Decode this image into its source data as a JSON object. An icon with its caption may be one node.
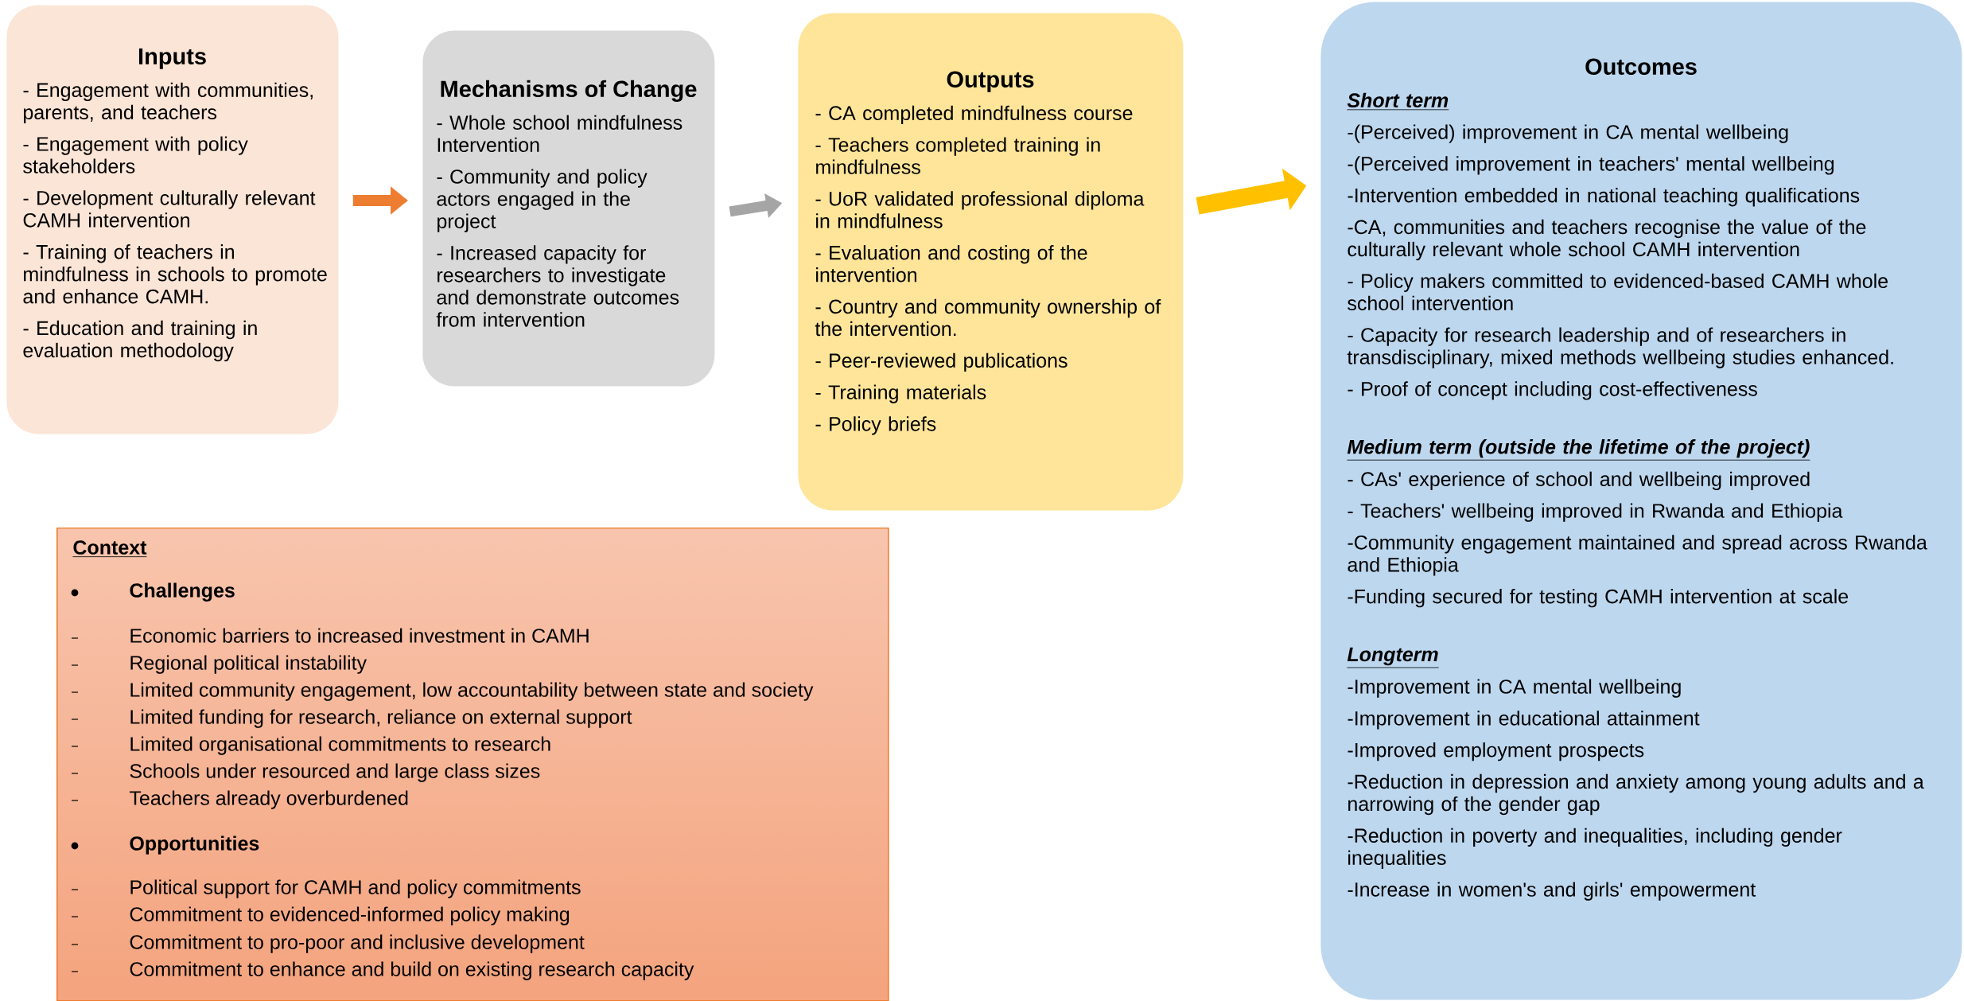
{
  "diagram": {
    "nodes": [
      {
        "text": [
          "Inputs",
          "- Engagement with communities, parents, and teachers",
          "- Engagement with policy stakeholders",
          "- Development culturally relevant CAMH intervention",
          "- Training of teachers in mindfulness in schools to promote and enhance CAMH.",
          "- Education and training in evaluation methodology"
        ]
      },
      {
        "text": [
          "Mechanisms of Change",
          "- Whole school mindfulness Intervention",
          "- Community and policy actors engaged in the project",
          "- Increased capacity for researchers to investigate and demonstrate outcomes from intervention"
        ]
      },
      {
        "text": [
          "Outputs",
          "- CA completed mindfulness course",
          "- Teachers completed training in mindfulness",
          "- UoR validated professional diploma in mindfulness",
          "- Evaluation and costing of the intervention",
          "- Country and community ownership of the intervention.",
          "- Peer-reviewed publications",
          "- Training materials",
          "- Policy briefs"
        ]
      },
      {
        "text": [
          "Outcomes",
          "Short term",
          "-(Perceived) improvement in CA mental wellbeing",
          "-(Perceived improvement in teachers' mental wellbeing",
          "-Intervention embedded in national teaching qualifications",
          "-CA, communities and teachers recognise the value of the culturally relevant whole school CAMH intervention",
          "- Policy makers committed to evidenced-based CAMH whole school intervention",
          "- Capacity for research leadership and of researchers in transdisciplinary, mixed methods wellbeing studies enhanced.",
          "- Proof of concept including cost-effectiveness",
          "Medium term (outside the lifetime of the project)",
          "- CAs' experience of school and wellbeing improved",
          "- Teachers' wellbeing improved in Rwanda and Ethiopia",
          "-Community engagement maintained and spread across Rwanda and Ethiopia",
          "-Funding secured for testing CAMH intervention at scale",
          "Longterm",
          "-Improvement in CA mental wellbeing",
          "-Improvement in educational attainment",
          "-Improved employment prospects",
          "-Reduction in depression and anxiety among young adults and a narrowing of the gender gap",
          "-Reduction in poverty and inequalities, including gender inequalities",
          "-Increase in women's and girls' empowerment"
        ]
      },
      {
        "text": [
          "Context",
          "Challenges",
          "Economic barriers to increased investment in CAMH",
          "Regional political instability",
          "Limited community engagement, low accountability between state and society",
          "Limited funding for research, reliance on external support",
          "Limited organisational commitments to research",
          "Schools under resourced and large class sizes",
          "Teachers already overburdened",
          "Opportunities",
          "Political support for CAMH and policy commitments",
          "Commitment to evidenced-informed policy making",
          "Commitment to pro-poor and inclusive development",
          "Commitment to enhance and build on existing research capacity"
        ]
      }
    ],
    "edges": [
      {
        "from": 0,
        "to": 1,
        "arrow": "to",
        "color": "#ed7d31"
      },
      {
        "from": 1,
        "to": 2,
        "arrow": "to",
        "color": "#a5a5a5"
      },
      {
        "from": 2,
        "to": 3,
        "arrow": "to",
        "color": "#ffc000"
      }
    ]
  }
}
